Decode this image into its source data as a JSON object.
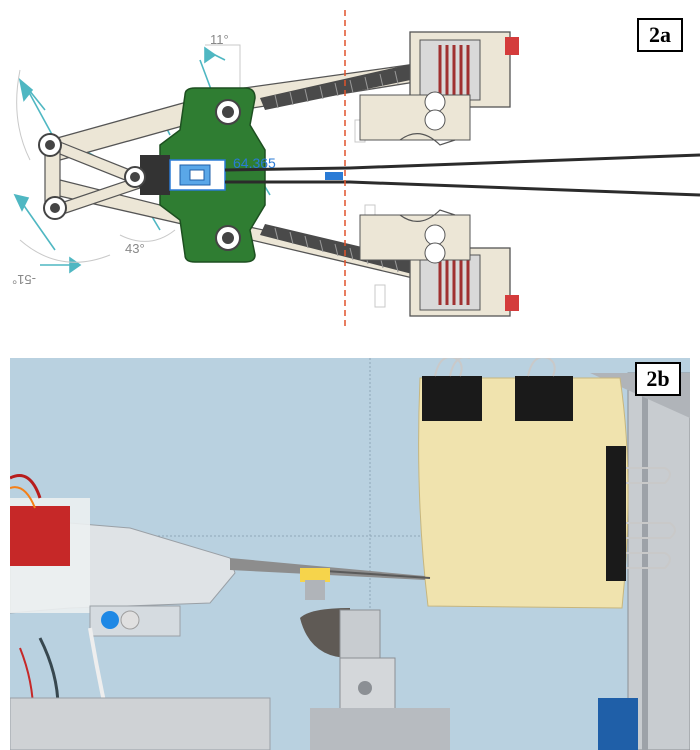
{
  "panels": {
    "a": {
      "label": "2a",
      "dimensions": {
        "top_angle": "11°",
        "mid_angle": "43°",
        "bottom_angle": "-51°",
        "length": "64.365"
      },
      "colors": {
        "body": "#2f7d32",
        "arm": "#ece6d6",
        "spring": "#3a3a3a",
        "axis": "#e0522b",
        "construction": "#4fb7c2",
        "dimension": "#2a7bd6"
      }
    },
    "b": {
      "label": "2b",
      "colors": {
        "background": "#b9d1e0",
        "specimen": "#f0e3ae",
        "frame": "#c8ccd0",
        "clip": "#1a1a1a"
      }
    }
  }
}
